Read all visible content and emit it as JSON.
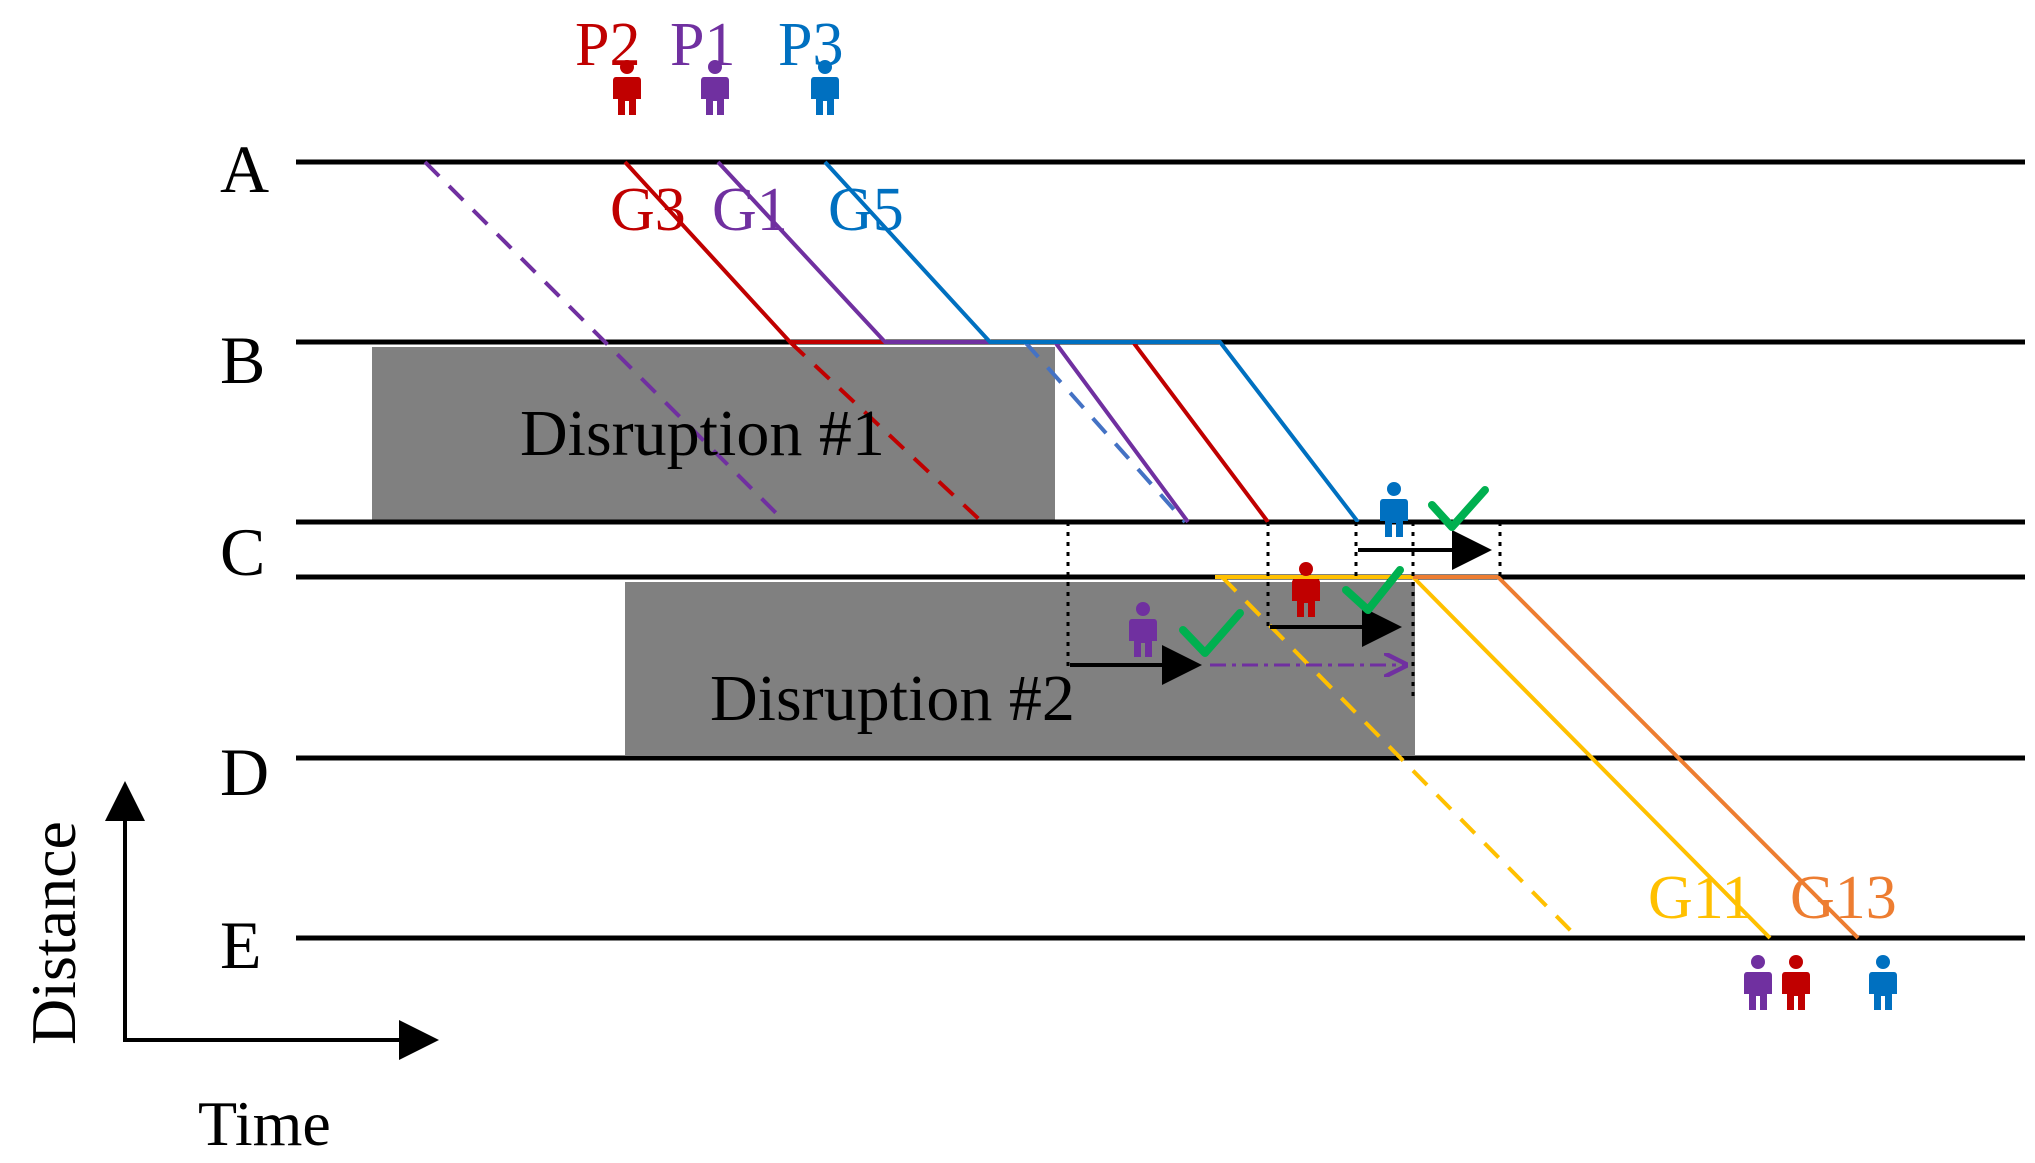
{
  "stations": [
    {
      "label": "A"
    },
    {
      "label": "B"
    },
    {
      "label": "C"
    },
    {
      "label": "D"
    },
    {
      "label": "E"
    }
  ],
  "disruptions": [
    {
      "label": "Disruption #1"
    },
    {
      "label": "Disruption #2"
    }
  ],
  "passengers": [
    {
      "label": "P2",
      "color": "#c00000"
    },
    {
      "label": "P1",
      "color": "#7030a0"
    },
    {
      "label": "P3",
      "color": "#0070c0"
    }
  ],
  "trains": [
    {
      "label": "G3",
      "color": "#c00000"
    },
    {
      "label": "G1",
      "color": "#7030a0"
    },
    {
      "label": "G5",
      "color": "#0070c0"
    },
    {
      "label": "G11",
      "color": "#ffc000"
    },
    {
      "label": "G13",
      "color": "#ed7d31"
    }
  ],
  "axes": {
    "x_label": "Time",
    "y_label": "Distance"
  },
  "colors": {
    "disruption_fill": "#808080",
    "check_green": "#00b050",
    "arrow": "#000000"
  },
  "icons": [
    "person-icon",
    "checkmark-icon",
    "arrow-icon"
  ]
}
